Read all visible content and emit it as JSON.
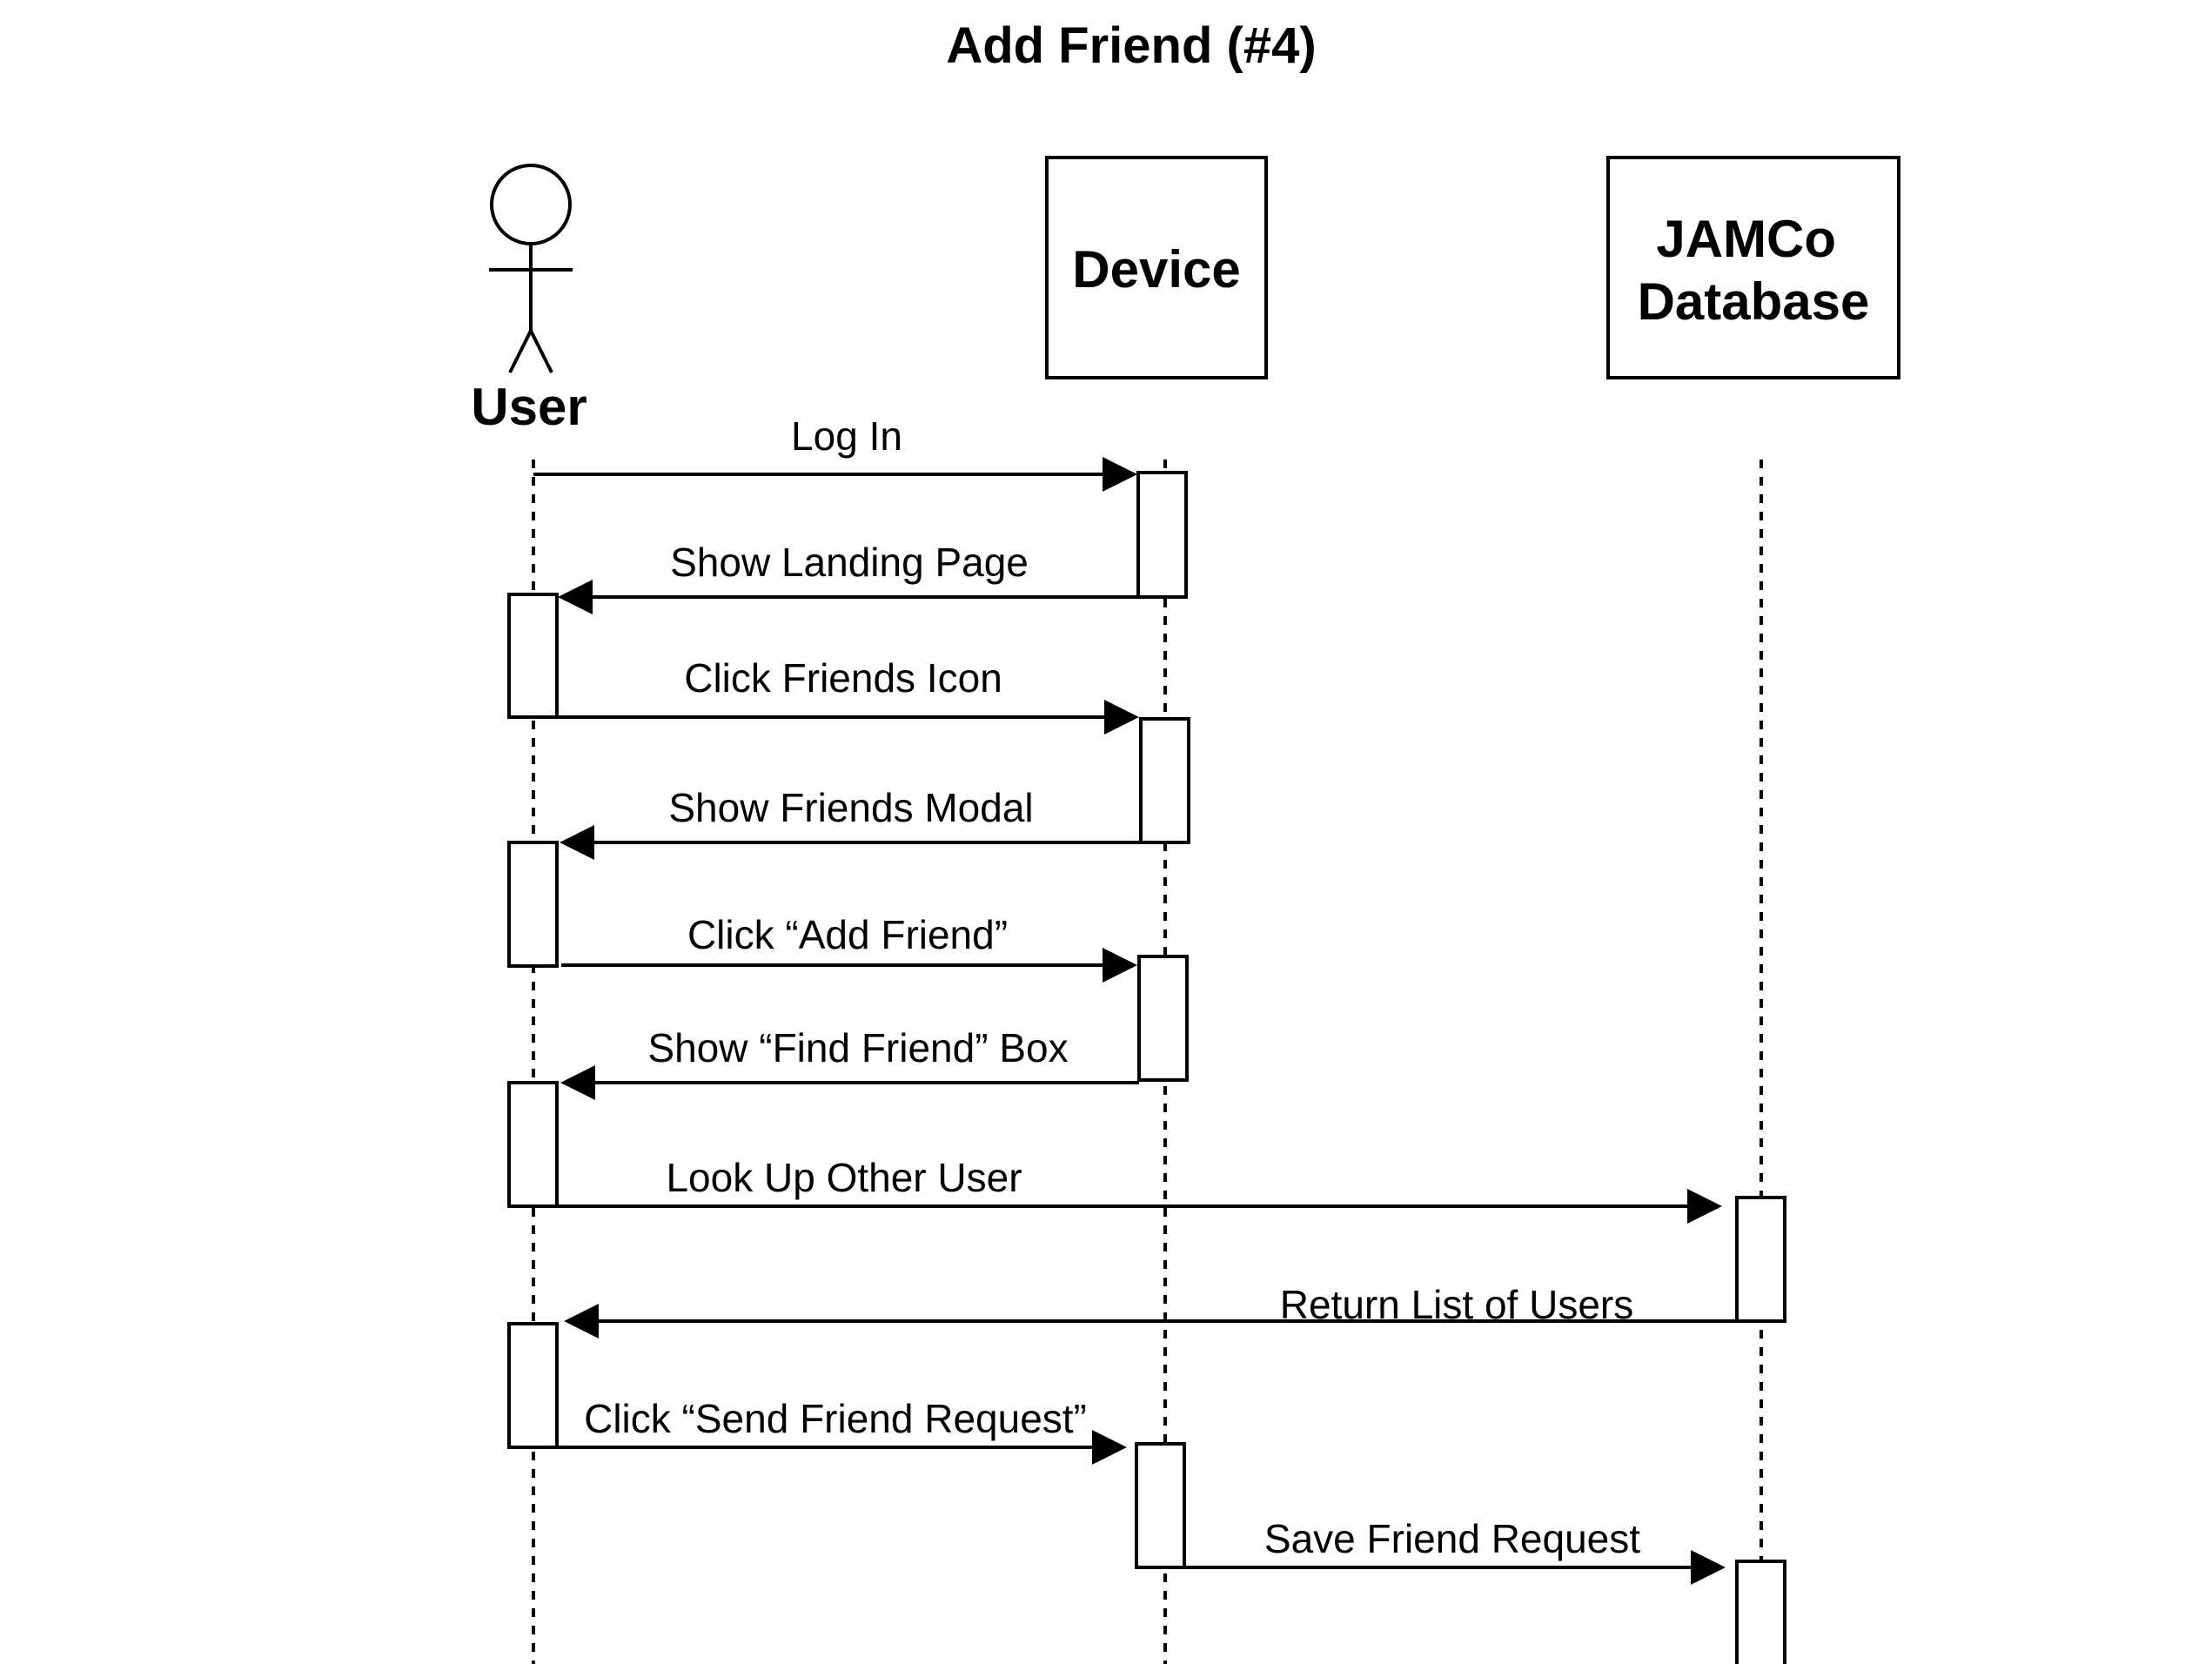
{
  "diagram": {
    "title": "Add Friend (#4)",
    "participants": {
      "user": "User",
      "device": "Device",
      "database_line1": "JAMCo",
      "database_line2": "Database"
    },
    "messages": [
      {
        "label": "Log In",
        "from": "User",
        "to": "Device"
      },
      {
        "label": "Show Landing Page",
        "from": "Device",
        "to": "User"
      },
      {
        "label": "Click Friends Icon",
        "from": "User",
        "to": "Device"
      },
      {
        "label": "Show Friends Modal",
        "from": "Device",
        "to": "User"
      },
      {
        "label": "Click “Add Friend”",
        "from": "User",
        "to": "Device"
      },
      {
        "label": "Show “Find Friend” Box",
        "from": "Device",
        "to": "User"
      },
      {
        "label": "Look Up Other User",
        "from": "User",
        "to": "JAMCo Database"
      },
      {
        "label": "Return List of Users",
        "from": "JAMCo Database",
        "to": "User"
      },
      {
        "label": "Click “Send Friend Request”",
        "from": "User",
        "to": "Device"
      },
      {
        "label": "Save Friend Request",
        "from": "Device",
        "to": "JAMCo Database"
      }
    ]
  }
}
